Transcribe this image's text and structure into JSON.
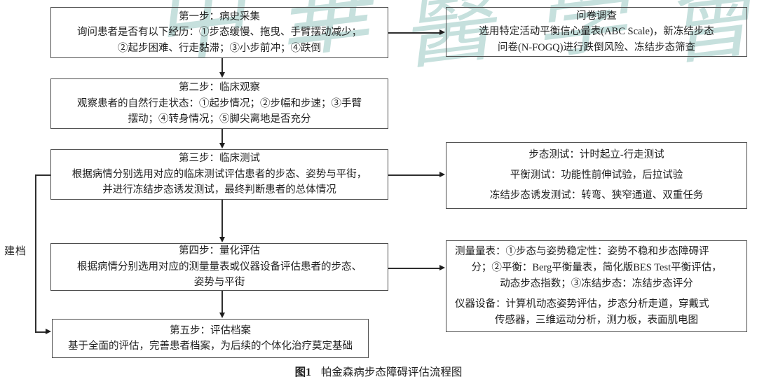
{
  "watermark": {
    "text": "中華醫學會",
    "chars": [
      "中",
      "華",
      "醫",
      "學",
      "會"
    ],
    "color": "#8ec1bc"
  },
  "side_label": "建档",
  "steps": [
    {
      "title": "第一步：病史采集",
      "lines": [
        "询问患者是否有以下经历：①步态缓慢、拖曳、手臂摆动减少；",
        "②起步困难、行走黏滞；③小步前冲；④跌倒"
      ]
    },
    {
      "title": "第二步：临床观察",
      "lines": [
        "观察患者的自然行走状态：①起步情况；②步幅和步速；③手臂",
        "摆动；④转身情况；⑤脚尖离地是否充分"
      ]
    },
    {
      "title": "第三步：临床测试",
      "lines": [
        "根据病情分别选用对应的临床测试评估患者的步态、姿势与平街，",
        "并进行冻结步态诱发测试，最终判断患者的总体情况"
      ]
    },
    {
      "title": "第四步：量化评估",
      "lines": [
        "根据病情分别选用对应的测量量表或仪器设备评估患者的步态、",
        "姿势与平街"
      ]
    },
    {
      "title": "第五步：评估档案",
      "lines": [
        "基于全面的评估，完善患者档案，为后续的个体化治疗莫定基础"
      ]
    }
  ],
  "side_boxes": [
    {
      "title": "问卷调查",
      "lines": [
        "选用特定活动平衡信心量表(ABC Scale)，新冻结步态",
        "问卷(N-FOGQ)进行跌倒风险、冻结步态筛查"
      ]
    },
    {
      "lines": [
        "步态测试：计时起立-行走测试",
        "平衡测试：功能性前伸试验，后拉试验",
        "冻结步态诱发测试：转弯、狭窄通道、双重任务"
      ]
    },
    {
      "lines": [
        "测量量表：①步态与姿势稳定性：姿势不稳和步态障碍评",
        "分；②平衡：Berg平衡量表，简化版BES Test平衡评估，",
        "动态步态指数；③冻结步态：冻结步态评分",
        "仪器设备：计算机动态姿势评估，步态分析走道，穿戴式",
        "传感器，三维运动分析，测力板，表面肌电图"
      ]
    }
  ],
  "caption": {
    "label": "图1",
    "text": "帕金森病步态障碍评估流程图"
  }
}
